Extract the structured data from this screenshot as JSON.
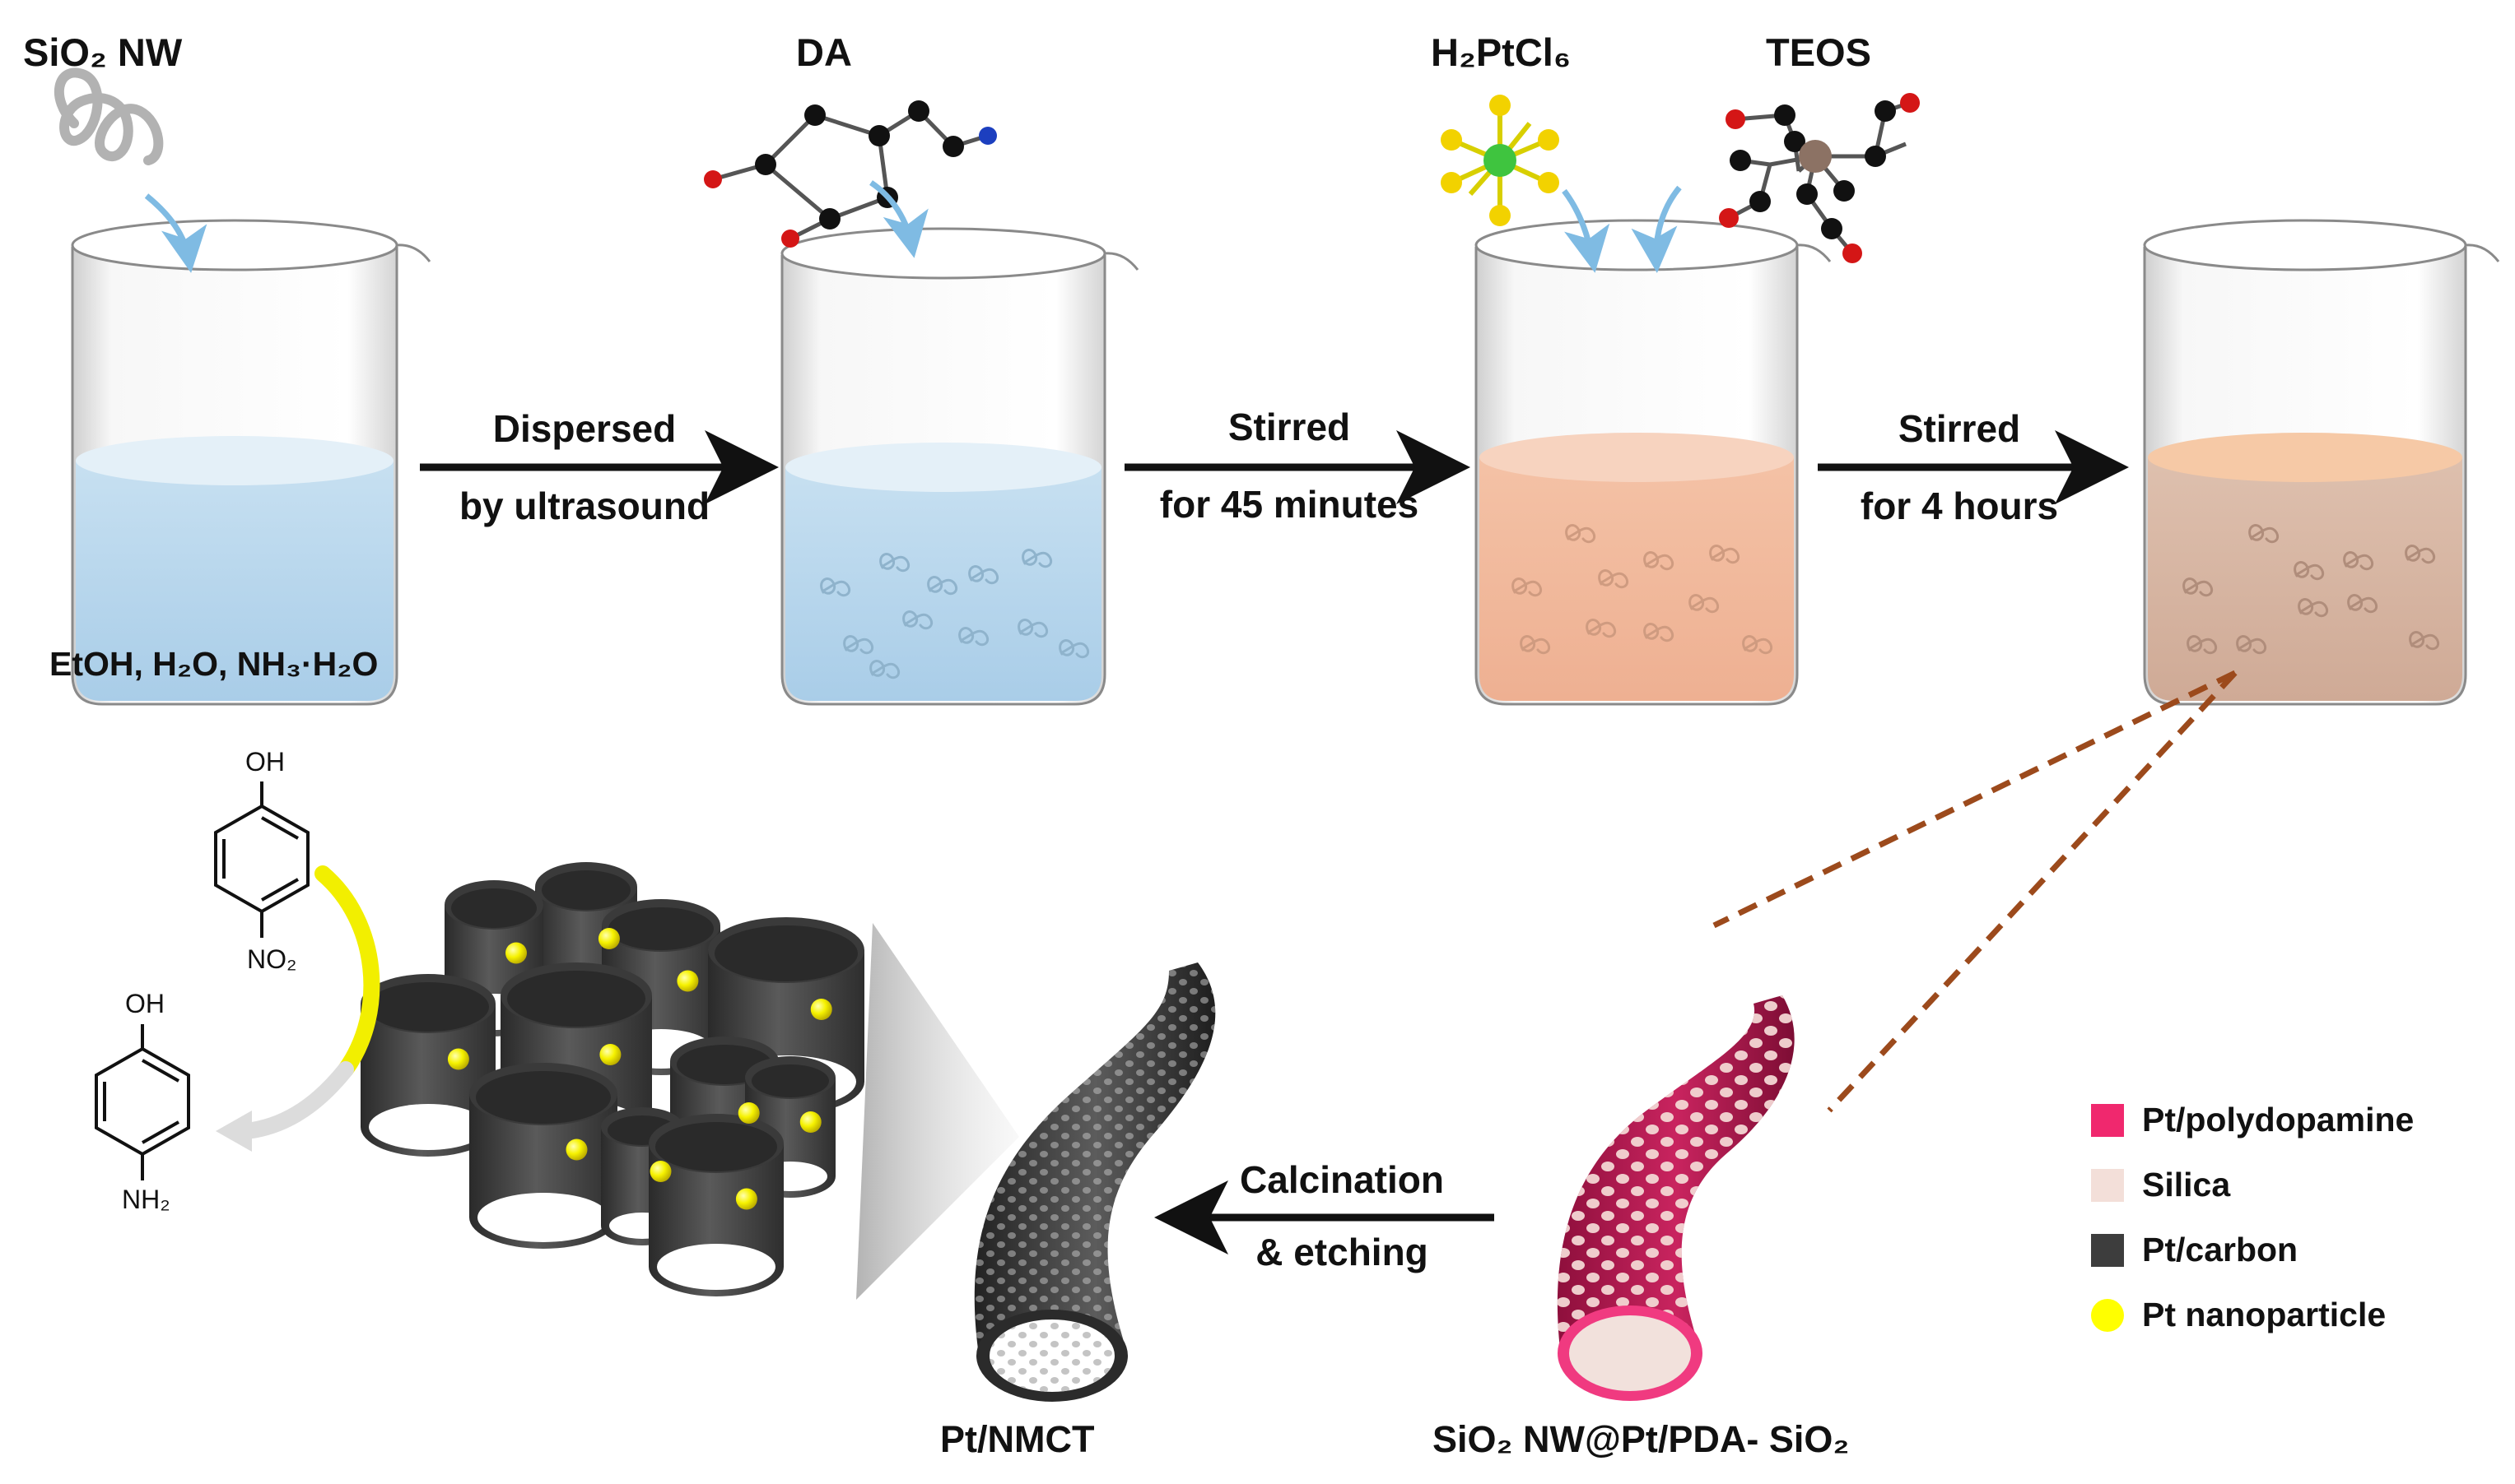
{
  "top_labels": {
    "sio2_nw": "SiO₂ NW",
    "da": "DA",
    "h2ptcl6": "H₂PtCl₆",
    "teos": "TEOS",
    "solvents": "EtOH, H₂O, NH₃·H₂O"
  },
  "steps": [
    {
      "line1": "Dispersed",
      "line2": "by ultrasound"
    },
    {
      "line1": "Stirred",
      "line2": "for 45 minutes"
    },
    {
      "line1": "Stirred",
      "line2": "for 4 hours"
    }
  ],
  "bottom": {
    "calcination_line1": "Calcination",
    "calcination_line2": "& etching",
    "pt_nmct": "Pt/NMCT",
    "composite": "SiO₂ NW@Pt/PDA- SiO₂",
    "oh_top": "OH",
    "no2": "NO₂",
    "oh_bottom": "OH",
    "nh2": "NH₂"
  },
  "legend": [
    {
      "label": "Pt/polydopamine",
      "color": "#f0286e",
      "shape": "square"
    },
    {
      "label": "Silica",
      "color": "#f3dfd9",
      "shape": "square"
    },
    {
      "label": "Pt/carbon",
      "color": "#3d3d3d",
      "shape": "square"
    },
    {
      "label": "Pt nanoparticle",
      "color": "#ffff00",
      "shape": "circle"
    }
  ],
  "colors": {
    "solution_blue": "#b6d6ec",
    "solution_peach": "#f1b89a",
    "solution_tan": "#d9b7a4",
    "arrow_blue": "#7fbbe3",
    "dashed_brown": "#9c4a1c",
    "yellow_arrow": "#f2ef00"
  }
}
